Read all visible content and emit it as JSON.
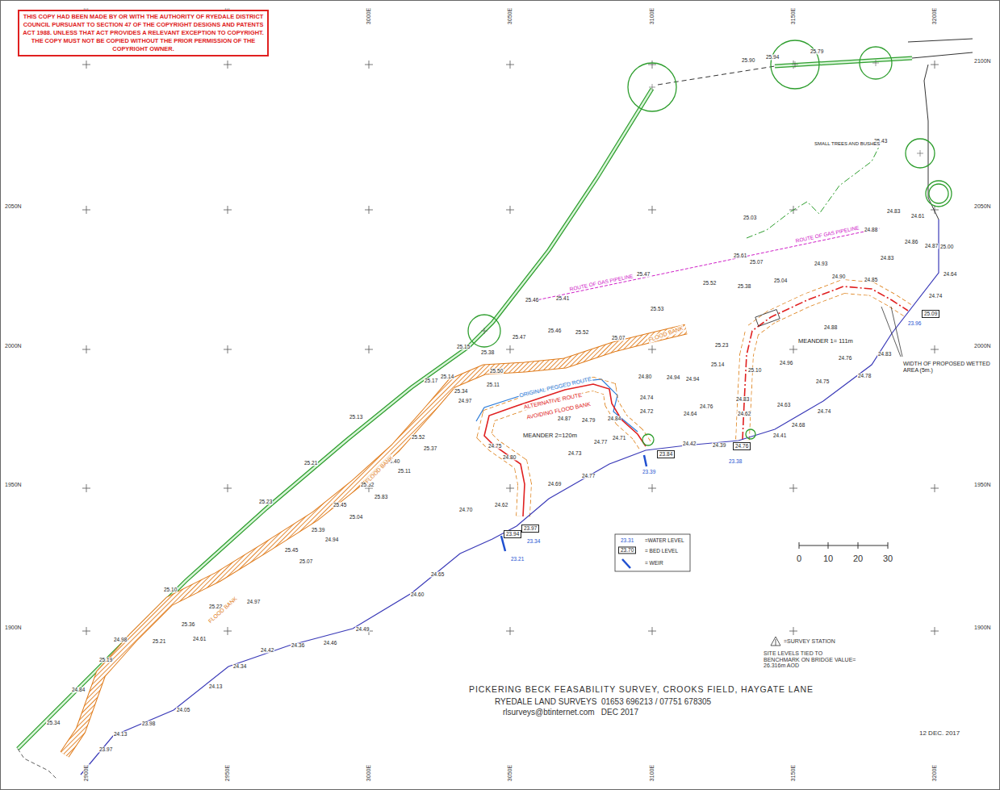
{
  "diagram": {
    "title": "PICKERING BECK FEASABILITY SURVEY, CROOKS FIELD, HAYGATE LANE",
    "nodes": [
      {
        "text": [
          "THIS COPY HAD BEEN MADE BY OR WITH THE AUTHORITY OF RYEDALE DISTRICT COUNCIL PURSUANT TO SECTION 47 OF THE COPYRIGHT DESIGNS AND PATENTS ACT 1988. UNLESS THAT ACT PROVIDES A RELEVANT EXCEPTION TO COPYRIGHT. THE COPY MUST NOT BE COPIED WITHOUT THE PRIOR PERMISSION OF THE COPYRIGHT OWNER."
        ]
      },
      {
        "text": [
          "25.09"
        ]
      },
      {
        "text": [
          "24.76"
        ]
      },
      {
        "text": [
          "23.84"
        ]
      },
      {
        "text": [
          "23.97"
        ]
      },
      {
        "text": [
          "23.94"
        ]
      }
    ],
    "labels": [
      "2050N",
      "2000N",
      "1950N",
      "1900N",
      "2100N",
      "2050N",
      "2000N",
      "1950N",
      "1900N",
      "2900E",
      "2950E",
      "3000E",
      "3050E",
      "3100E",
      "3150E",
      "3200E",
      "2900E",
      "2950E",
      "3000E",
      "3050E",
      "3100E",
      "3150E",
      "3200E",
      "25.34",
      "24.84",
      "25.19",
      "24.98",
      "25.21",
      "25.36",
      "24.61",
      "25.22",
      "24.97",
      "25.45",
      "25.07",
      "25.39",
      "24.94",
      "25.45",
      "25.04",
      "25.32",
      "25.83",
      "25.40",
      "25.11",
      "25.52",
      "25.37",
      "24.65",
      "24.60",
      "24.49",
      "24.46",
      "24.36",
      "24.42",
      "24.34",
      "24.13",
      "24.05",
      "23.98",
      "24.13",
      "23.97",
      "25.10",
      "25.13",
      "25.21",
      "25.23",
      "25.90",
      "25.94",
      "25.79",
      "25.43",
      "25.03",
      "25.41",
      "25.46",
      "25.47",
      "25.52",
      "25.61",
      "25.07",
      "25.38",
      "25.53",
      "25.46",
      "25.52",
      "25.07",
      "25.47",
      "25.38",
      "24.88",
      "24.83",
      "24.61",
      "24.86",
      "24.87",
      "25.00",
      "24.64",
      "24.74",
      "25.04",
      "24.93",
      "24.90",
      "24.85",
      "24.83",
      "24.80",
      "24.74",
      "24.72",
      "24.94",
      "24.71",
      "24.77",
      "24.73",
      "24.69",
      "24.77",
      "24.62",
      "24.70",
      "24.75",
      "24.80",
      "24.87",
      "24.79",
      "24.84",
      "24.64",
      "24.76",
      "24.94",
      "25.23",
      "25.14",
      "25.10",
      "24.83",
      "24.62",
      "24.96",
      "24.88",
      "24.76",
      "24.75",
      "24.63",
      "24.68",
      "24.74",
      "24.78",
      "24.83",
      "24.41",
      "24.39",
      "24.42",
      "25.15",
      "25.34",
      "24.97",
      "25.17",
      "25.14",
      "25.50",
      "25.11",
      "23.39",
      "23.38",
      "23.21",
      "23.34",
      "23.96",
      "23.31",
      "23.70",
      "FLOOD BANK",
      "FLOOD BANK",
      "FLOOD BANK",
      "ORIGINAL PEGGED ROUTE",
      "ALTERNATIVE ROUTE",
      "AVOIDING FLOOD BANK",
      "MEANDER 2=120m",
      "MEANDER 1= 111m",
      "WIDTH OF PROPOSED WETTED AREA (5m.)",
      "ROUTE OF GAS PIPELINE",
      "ROUTE OF GAS PIPELINE",
      "SMALL TREES AND BUSHES",
      "0",
      "10",
      "20",
      "30",
      "=SURVEY STATION",
      "SITE LEVELS TIED TO BENCHMARK ON BRIDGE VALUE= 26.316m AOD",
      "RYEDALE LAND SURVEYS  01653 696213 / 07751 678305",
      "rlsurveys@btinternet.com   DEC 2017",
      "12 DEC. 2017"
    ],
    "legend": [
      {
        "text": "=WATER LEVEL"
      },
      {
        "text": "= BED LEVEL"
      },
      {
        "text": "= WEIR"
      }
    ]
  }
}
